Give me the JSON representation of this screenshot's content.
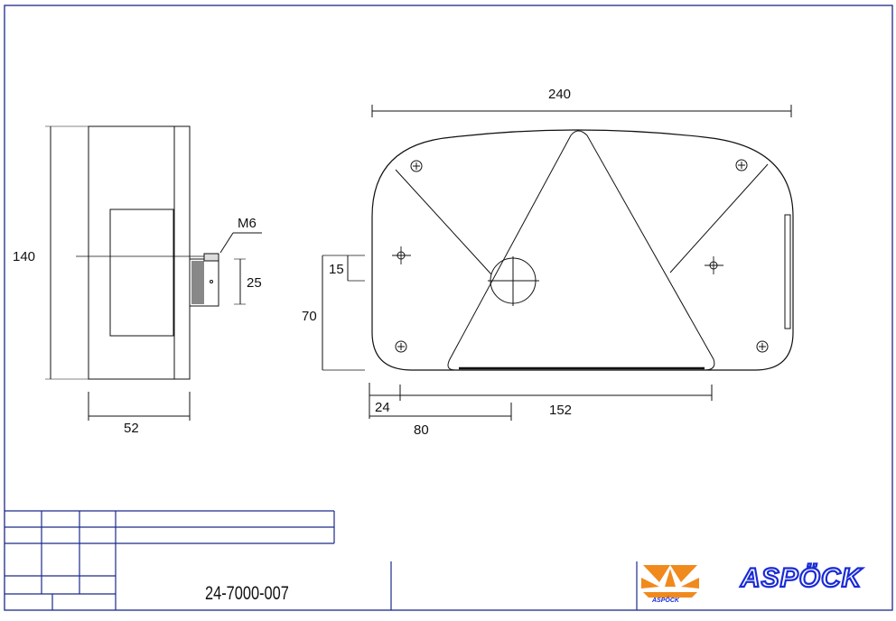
{
  "side_view": {
    "height_label": "140",
    "width_label": "52",
    "thread_label": "M6",
    "stud_label": "25"
  },
  "front_view": {
    "width_label": "240",
    "hole_offset_label": "15",
    "hole_height_label": "70",
    "edge_offset_label": "24",
    "hole_spacing_label": "152",
    "center_offset_label": "80"
  },
  "title_block": {
    "part_number": "24-7000-007"
  },
  "logos": {
    "brand_name": "ASPÖCK",
    "mini_logo_text": "ASPÖCK",
    "brand_color": "#1a2bd6",
    "accent_color": "#f08a1c"
  }
}
